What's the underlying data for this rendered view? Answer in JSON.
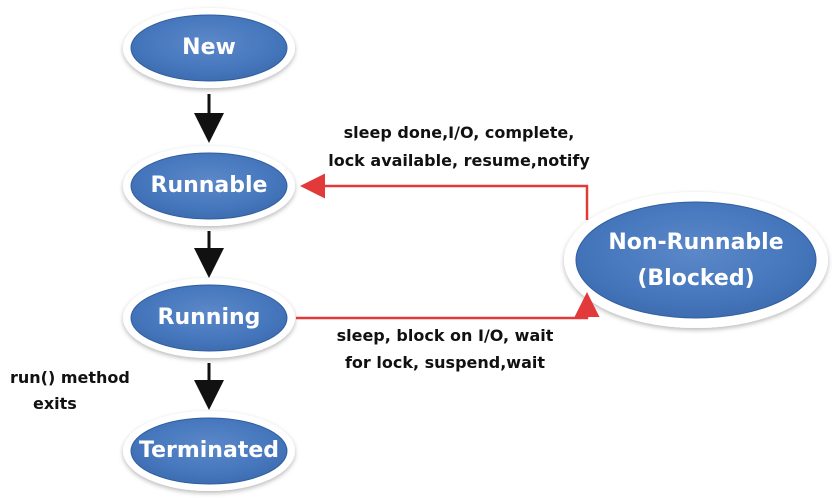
{
  "nodes": {
    "new": "New",
    "runnable": "Runnable",
    "running": "Running",
    "terminated": "Terminated",
    "blocked_line1": "Non-Runnable",
    "blocked_line2": "(Blocked)"
  },
  "edges": {
    "to_runnable_line1": "sleep done,I/O, complete,",
    "to_runnable_line2": "lock available, resume,notify",
    "to_blocked_line1": "sleep, block on I/O, wait",
    "to_blocked_line2": "for lock, suspend,wait",
    "exit_line1": "run() method",
    "exit_line2": "exits"
  },
  "colors": {
    "node_fill": "#4677bd",
    "node_stroke": "#2f5f9f",
    "down_arrow": "#111111",
    "side_arrow": "#e23a3a"
  }
}
